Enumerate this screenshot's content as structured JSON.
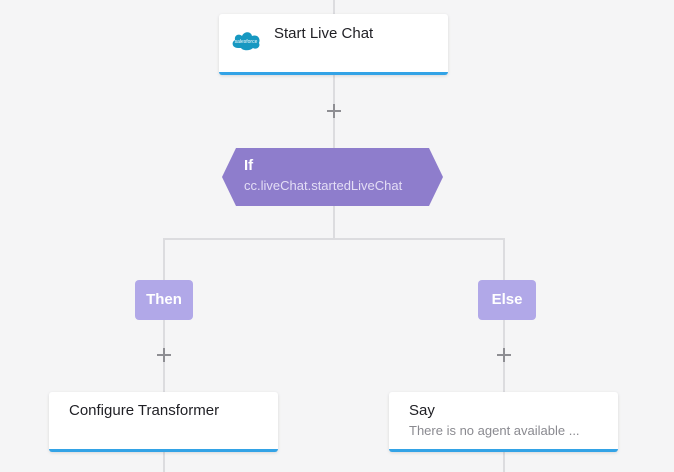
{
  "start_node": {
    "title": "Start Live Chat",
    "logo_text": "salesforce",
    "logo_color": "#1798c1"
  },
  "if_node": {
    "title": "If",
    "condition": "cc.liveChat.startedLiveChat",
    "color": "#8e7dcc"
  },
  "branches": {
    "then_label": "Then",
    "else_label": "Else",
    "color": "#b1a8e8"
  },
  "then_node": {
    "title": "Configure Transformer",
    "subtitle": ""
  },
  "else_node": {
    "title": "Say",
    "subtitle": "There is no agent available ..."
  },
  "accent_color": "#33a3e6"
}
